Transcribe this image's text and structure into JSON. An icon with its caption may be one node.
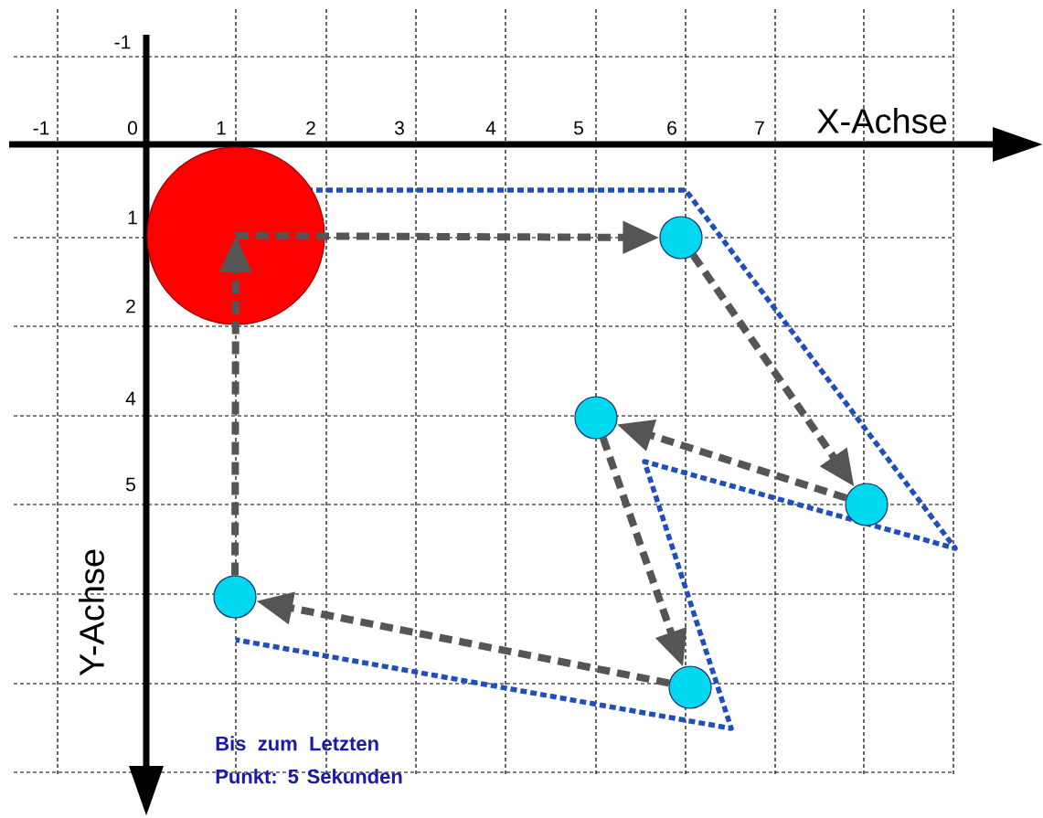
{
  "diagram": {
    "nodes": [
      {
        "text": [],
        "shape": "circle"
      },
      {
        "text": [],
        "shape": "circle"
      },
      {
        "text": [],
        "shape": "circle"
      },
      {
        "text": [],
        "shape": "circle"
      },
      {
        "text": [],
        "shape": "circle"
      },
      {
        "text": [],
        "shape": "circle"
      }
    ],
    "edges": [
      {
        "from": 0,
        "to": 1,
        "arrow": "to"
      },
      {
        "from": 1,
        "to": 2,
        "arrow": "to"
      },
      {
        "from": 2,
        "to": 3,
        "arrow": "to"
      },
      {
        "from": 3,
        "to": 4,
        "arrow": "to"
      },
      {
        "from": 4,
        "to": 5,
        "arrow": "to"
      },
      {
        "from": 5,
        "to": 0,
        "arrow": "to"
      }
    ],
    "labels": [
      "-1",
      "0",
      "1",
      "2",
      "3",
      "4",
      "5",
      "6",
      "7",
      "X-Achse",
      "-1",
      "1",
      "2",
      "4",
      "5",
      "Y-Achse",
      "Bis zum Letzten Punkt: 5 Sekunden"
    ]
  }
}
